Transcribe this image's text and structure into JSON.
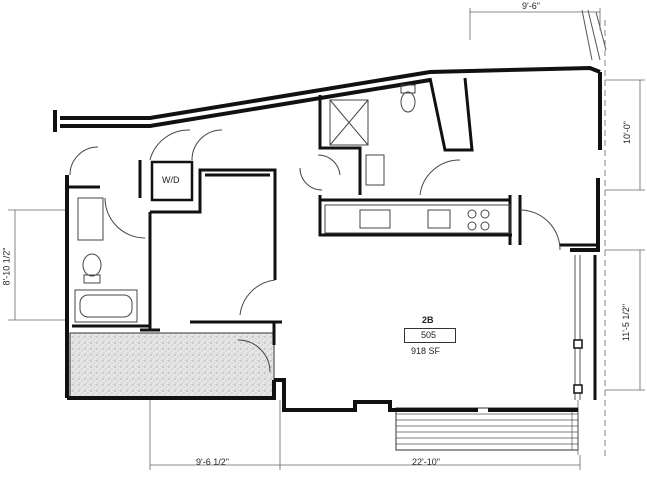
{
  "unit": {
    "name": "2B",
    "number": "505",
    "area": "918 SF"
  },
  "rooms": {
    "laundry_label": "W/D"
  },
  "dimensions": {
    "top_right": "9'-6\"",
    "right_upper": "10'-0\"",
    "right_lower": "11'-5 1/2\"",
    "left_side": "8'-10 1/2\"",
    "bottom_left": "9'-6 1/2\"",
    "bottom_right": "22'-10\""
  }
}
